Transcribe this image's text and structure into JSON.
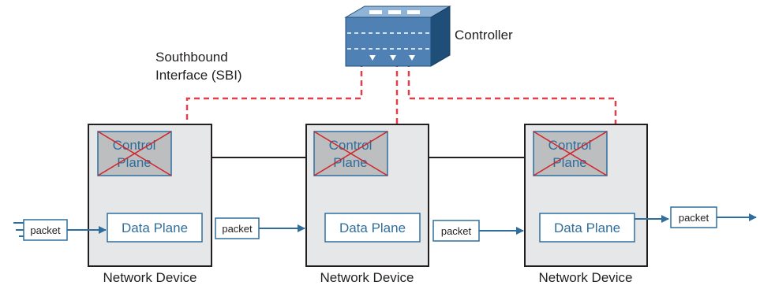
{
  "controller": {
    "label": "Controller",
    "icon": "controller-cube-icon"
  },
  "sbi": {
    "line1": "Southbound",
    "line2": "Interface (SBI)"
  },
  "devices": [
    {
      "name": "Network Device",
      "control_line1": "Control",
      "control_line2": "Plane",
      "data_plane": "Data Plane"
    },
    {
      "name": "Network Device",
      "control_line1": "Control",
      "control_line2": "Plane",
      "data_plane": "Data Plane"
    },
    {
      "name": "Network Device",
      "control_line1": "Control",
      "control_line2": "Plane",
      "data_plane": "Data Plane"
    }
  ],
  "packets": [
    "packet",
    "packet",
    "packet",
    "packet"
  ],
  "colors": {
    "device_fill": "#e6e7e8",
    "control_fill": "#bcbec0",
    "accent_blue": "#2f6e9c",
    "sbi_red": "#e0404a",
    "cross_red": "#d2232a"
  }
}
